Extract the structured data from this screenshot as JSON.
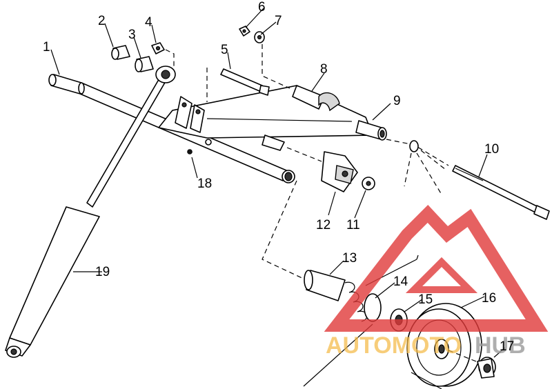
{
  "callouts": {
    "c1": "1",
    "c2": "2",
    "c3": "3",
    "c4": "4",
    "c5": "5",
    "c6": "6",
    "c7": "7",
    "c8": "8",
    "c9": "9",
    "c10": "10",
    "c11": "11",
    "c12": "12",
    "c13": "13",
    "c14": "14",
    "c15": "15",
    "c16": "16",
    "c17": "17",
    "c18": "18",
    "c19": "19"
  },
  "watermark": {
    "word1": "AUTOMOTO",
    "word2": "HUB",
    "color_primary": "#e03a3a",
    "color_secondary": "#f5b942"
  }
}
